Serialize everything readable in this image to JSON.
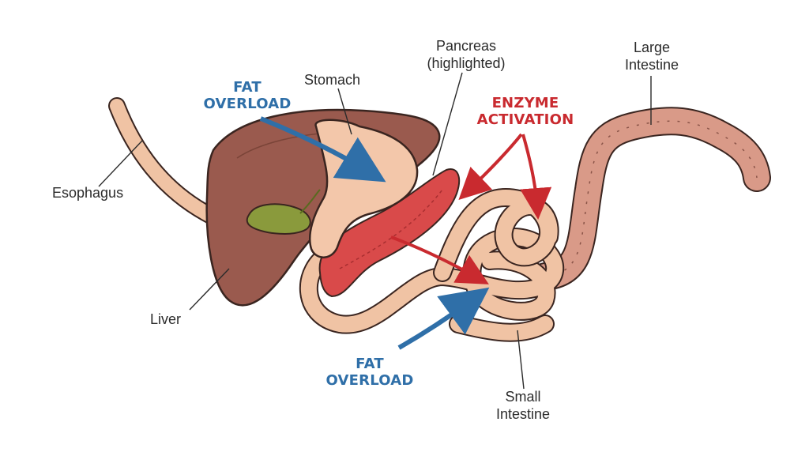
{
  "labels": {
    "esophagus": "Esophagus",
    "liver": "Liver",
    "stomach": "Stomach",
    "pancreas_line1": "Pancreas",
    "pancreas_line2": "(highlighted)",
    "large_intestine_line1": "Large",
    "large_intestine_line2": "Intestine",
    "small_intestine_line1": "Small",
    "small_intestine_line2": "Intestine"
  },
  "callouts": {
    "fat_overload_top_line1": "FAT",
    "fat_overload_top_line2": "OVERLOAD",
    "fat_overload_bottom_line1": "FAT",
    "fat_overload_bottom_line2": "OVERLOAD",
    "enzyme_line1": "ENZYME",
    "enzyme_line2": "ACTIVATION"
  },
  "colors": {
    "fat_overload": "#2f6fa8",
    "enzyme_activation": "#c92a2f",
    "liver": "#9a5a4e",
    "stomach": "#f3c7aa",
    "pancreas": "#d94a4a",
    "intestine": "#f0c3a4",
    "large_intestine": "#d99a88",
    "gallbladder": "#8a9a3c"
  }
}
